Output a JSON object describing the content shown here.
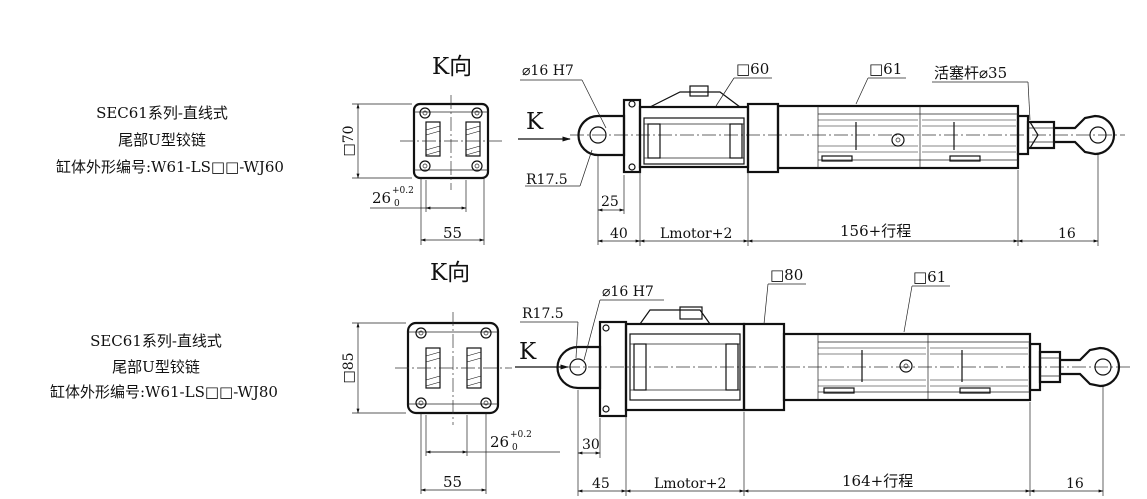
{
  "drawing1": {
    "title_lines": [
      "SEC61系列-直线式",
      "尾部U型铰链",
      "缸体外形编号:W61-LS□□-WJ60"
    ],
    "k_view": "K向",
    "k_arrow": "K",
    "square_dim": "□70",
    "slot_dim": "26",
    "slot_tol_upper": "+0.2",
    "slot_tol_lower": "0",
    "width_dim": "55",
    "pin_dia": "⌀16 H7",
    "radius": "R17.5",
    "pin_offset": "25",
    "motor_square": "□60",
    "tube_square": "□61",
    "rod_label": "活塞杆⌀35",
    "dim_a": "40",
    "dim_motor": "Lmotor+2",
    "dim_stroke": "156+行程",
    "dim_end": "16"
  },
  "drawing2": {
    "title_lines": [
      "SEC61系列-直线式",
      "尾部U型铰链",
      "缸体外形编号:W61-LS□□-WJ80"
    ],
    "k_view": "K向",
    "k_arrow": "K",
    "square_dim": "□85",
    "slot_dim": "26",
    "slot_tol_upper": "+0.2",
    "slot_tol_lower": "0",
    "width_dim": "55",
    "pin_dia": "⌀16 H7",
    "radius": "R17.5",
    "pin_offset": "30",
    "motor_square": "□80",
    "tube_square": "□61",
    "dim_a": "45",
    "dim_motor": "Lmotor+2",
    "dim_stroke": "164+行程",
    "dim_end": "16"
  }
}
